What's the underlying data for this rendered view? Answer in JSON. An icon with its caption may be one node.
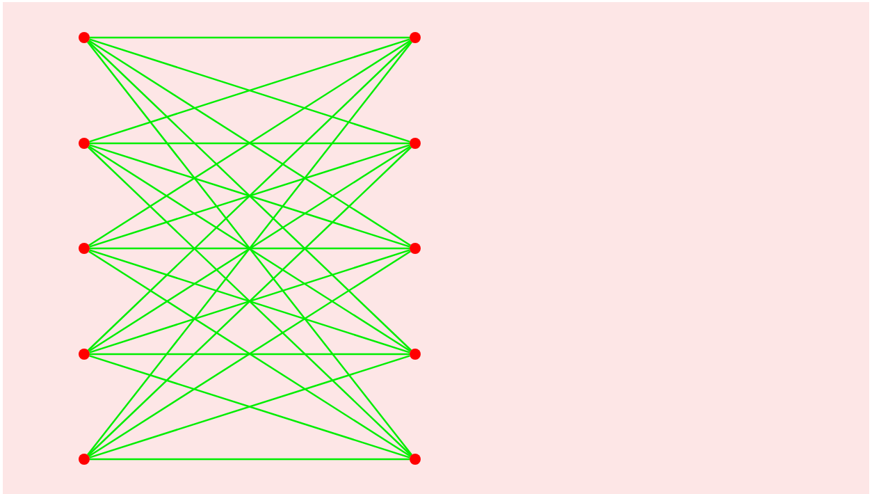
{
  "diagram": {
    "nodes": [
      {
        "text": [],
        "shape": "circle"
      },
      {
        "text": [],
        "shape": "circle"
      },
      {
        "text": [],
        "shape": "circle"
      },
      {
        "text": [],
        "shape": "circle"
      },
      {
        "text": [],
        "shape": "circle"
      },
      {
        "text": [],
        "shape": "circle"
      },
      {
        "text": [],
        "shape": "circle"
      },
      {
        "text": [],
        "shape": "circle"
      },
      {
        "text": [],
        "shape": "circle"
      },
      {
        "text": [],
        "shape": "circle"
      }
    ],
    "edges": [
      {
        "from": 0,
        "to": 5,
        "arrow": "none"
      },
      {
        "from": 0,
        "to": 6,
        "arrow": "none"
      },
      {
        "from": 0,
        "to": 7,
        "arrow": "none"
      },
      {
        "from": 0,
        "to": 8,
        "arrow": "none"
      },
      {
        "from": 0,
        "to": 9,
        "arrow": "none"
      },
      {
        "from": 1,
        "to": 5,
        "arrow": "none"
      },
      {
        "from": 1,
        "to": 6,
        "arrow": "none"
      },
      {
        "from": 1,
        "to": 7,
        "arrow": "none"
      },
      {
        "from": 1,
        "to": 8,
        "arrow": "none"
      },
      {
        "from": 1,
        "to": 9,
        "arrow": "none"
      },
      {
        "from": 2,
        "to": 5,
        "arrow": "none"
      },
      {
        "from": 2,
        "to": 6,
        "arrow": "none"
      },
      {
        "from": 2,
        "to": 7,
        "arrow": "none"
      },
      {
        "from": 2,
        "to": 8,
        "arrow": "none"
      },
      {
        "from": 2,
        "to": 9,
        "arrow": "none"
      },
      {
        "from": 3,
        "to": 5,
        "arrow": "none"
      },
      {
        "from": 3,
        "to": 6,
        "arrow": "none"
      },
      {
        "from": 3,
        "to": 7,
        "arrow": "none"
      },
      {
        "from": 3,
        "to": 8,
        "arrow": "none"
      },
      {
        "from": 3,
        "to": 9,
        "arrow": "none"
      },
      {
        "from": 4,
        "to": 5,
        "arrow": "none"
      },
      {
        "from": 4,
        "to": 6,
        "arrow": "none"
      },
      {
        "from": 4,
        "to": 7,
        "arrow": "none"
      },
      {
        "from": 4,
        "to": 8,
        "arrow": "none"
      },
      {
        "from": 4,
        "to": 9,
        "arrow": "none"
      }
    ]
  }
}
